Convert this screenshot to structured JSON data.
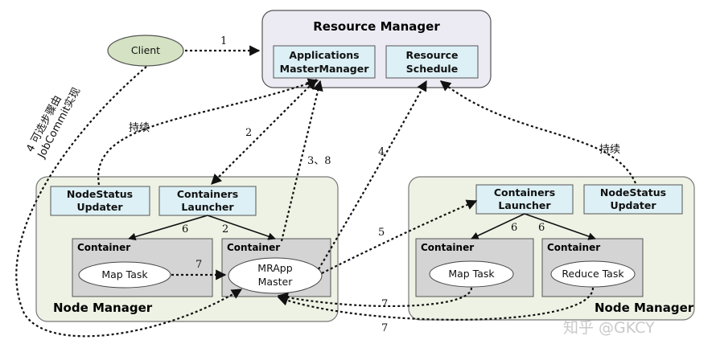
{
  "resource_manager": {
    "title": "Resource Manager",
    "apps_master_manager": [
      "Applications",
      "MasterManager"
    ],
    "resource_schedule": [
      "Resource",
      "Schedule"
    ]
  },
  "client": {
    "label": "Client"
  },
  "node_left": {
    "title": "Node Manager",
    "nodestatus_updater": [
      "NodeStatus",
      "Updater"
    ],
    "containers_launcher": [
      "Containers",
      "Launcher"
    ],
    "container_map": {
      "title": "Container",
      "task": "Map Task"
    },
    "container_mrapp": {
      "title": "Container",
      "task": [
        "MRApp",
        "Master"
      ]
    }
  },
  "node_right": {
    "title": "Node Manager",
    "containers_launcher": [
      "Containers",
      "Launcher"
    ],
    "nodestatus_updater": [
      "NodeStatus",
      "Updater"
    ],
    "container_map": {
      "title": "Container",
      "task": "Map Task"
    },
    "container_reduce": {
      "title": "Container",
      "task": "Reduce Task"
    }
  },
  "labels": {
    "step1": "1",
    "step2": "2",
    "step2b": "2",
    "step38": "3、8",
    "step4": "4",
    "step5": "5",
    "step6a": "6",
    "step6b": "6",
    "step6c": "6",
    "step7a": "7",
    "step7b": "7",
    "step7c": "7",
    "persist_left": "持续",
    "persist_right": "持续",
    "step4_note_line1": "4 可选步骤由",
    "step4_note_line2": "JobCommit实现"
  },
  "watermark": "知乎 @GKCY",
  "colors": {
    "rm_fill": "#ecebf3",
    "node_fill": "#eef2e4",
    "box_fill": "#dcf0f6",
    "container_fill": "#d4d4d4",
    "client_fill": "#d5e3c4"
  }
}
